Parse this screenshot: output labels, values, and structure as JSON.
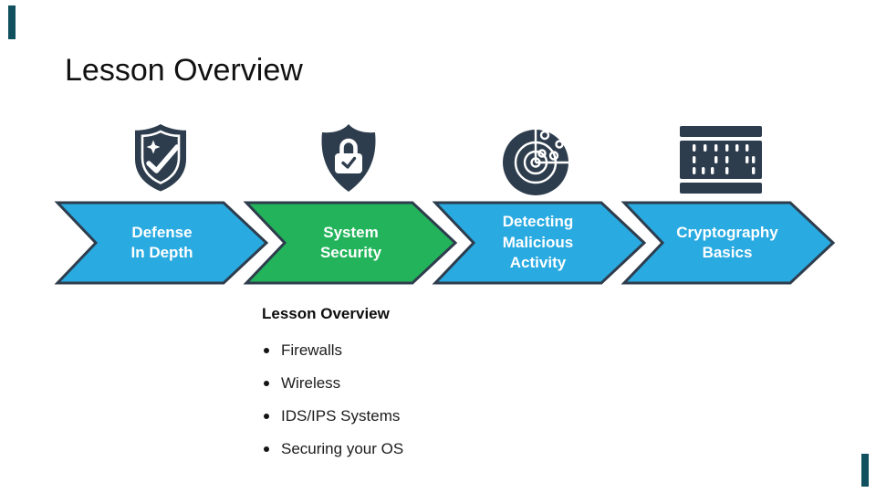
{
  "slide": {
    "title": "Lesson Overview",
    "colors": {
      "blue": "#29AAE1",
      "green": "#23B45B",
      "dark": "#2E3D4D",
      "corner": "#10505F"
    },
    "steps": [
      {
        "label": "Defense\nIn Depth",
        "icon": "shield-check-icon",
        "color": "blue"
      },
      {
        "label": "System\nSecurity",
        "icon": "shield-lock-icon",
        "color": "green"
      },
      {
        "label": "Detecting\nMalicious\nActivity",
        "icon": "radar-icon",
        "color": "blue"
      },
      {
        "label": "Cryptography\nBasics",
        "icon": "cipher-card-icon",
        "color": "blue"
      }
    ],
    "details": {
      "heading": "Lesson Overview",
      "bullets": [
        "Firewalls",
        "Wireless",
        "IDS/IPS Systems",
        "Securing your OS"
      ]
    }
  }
}
